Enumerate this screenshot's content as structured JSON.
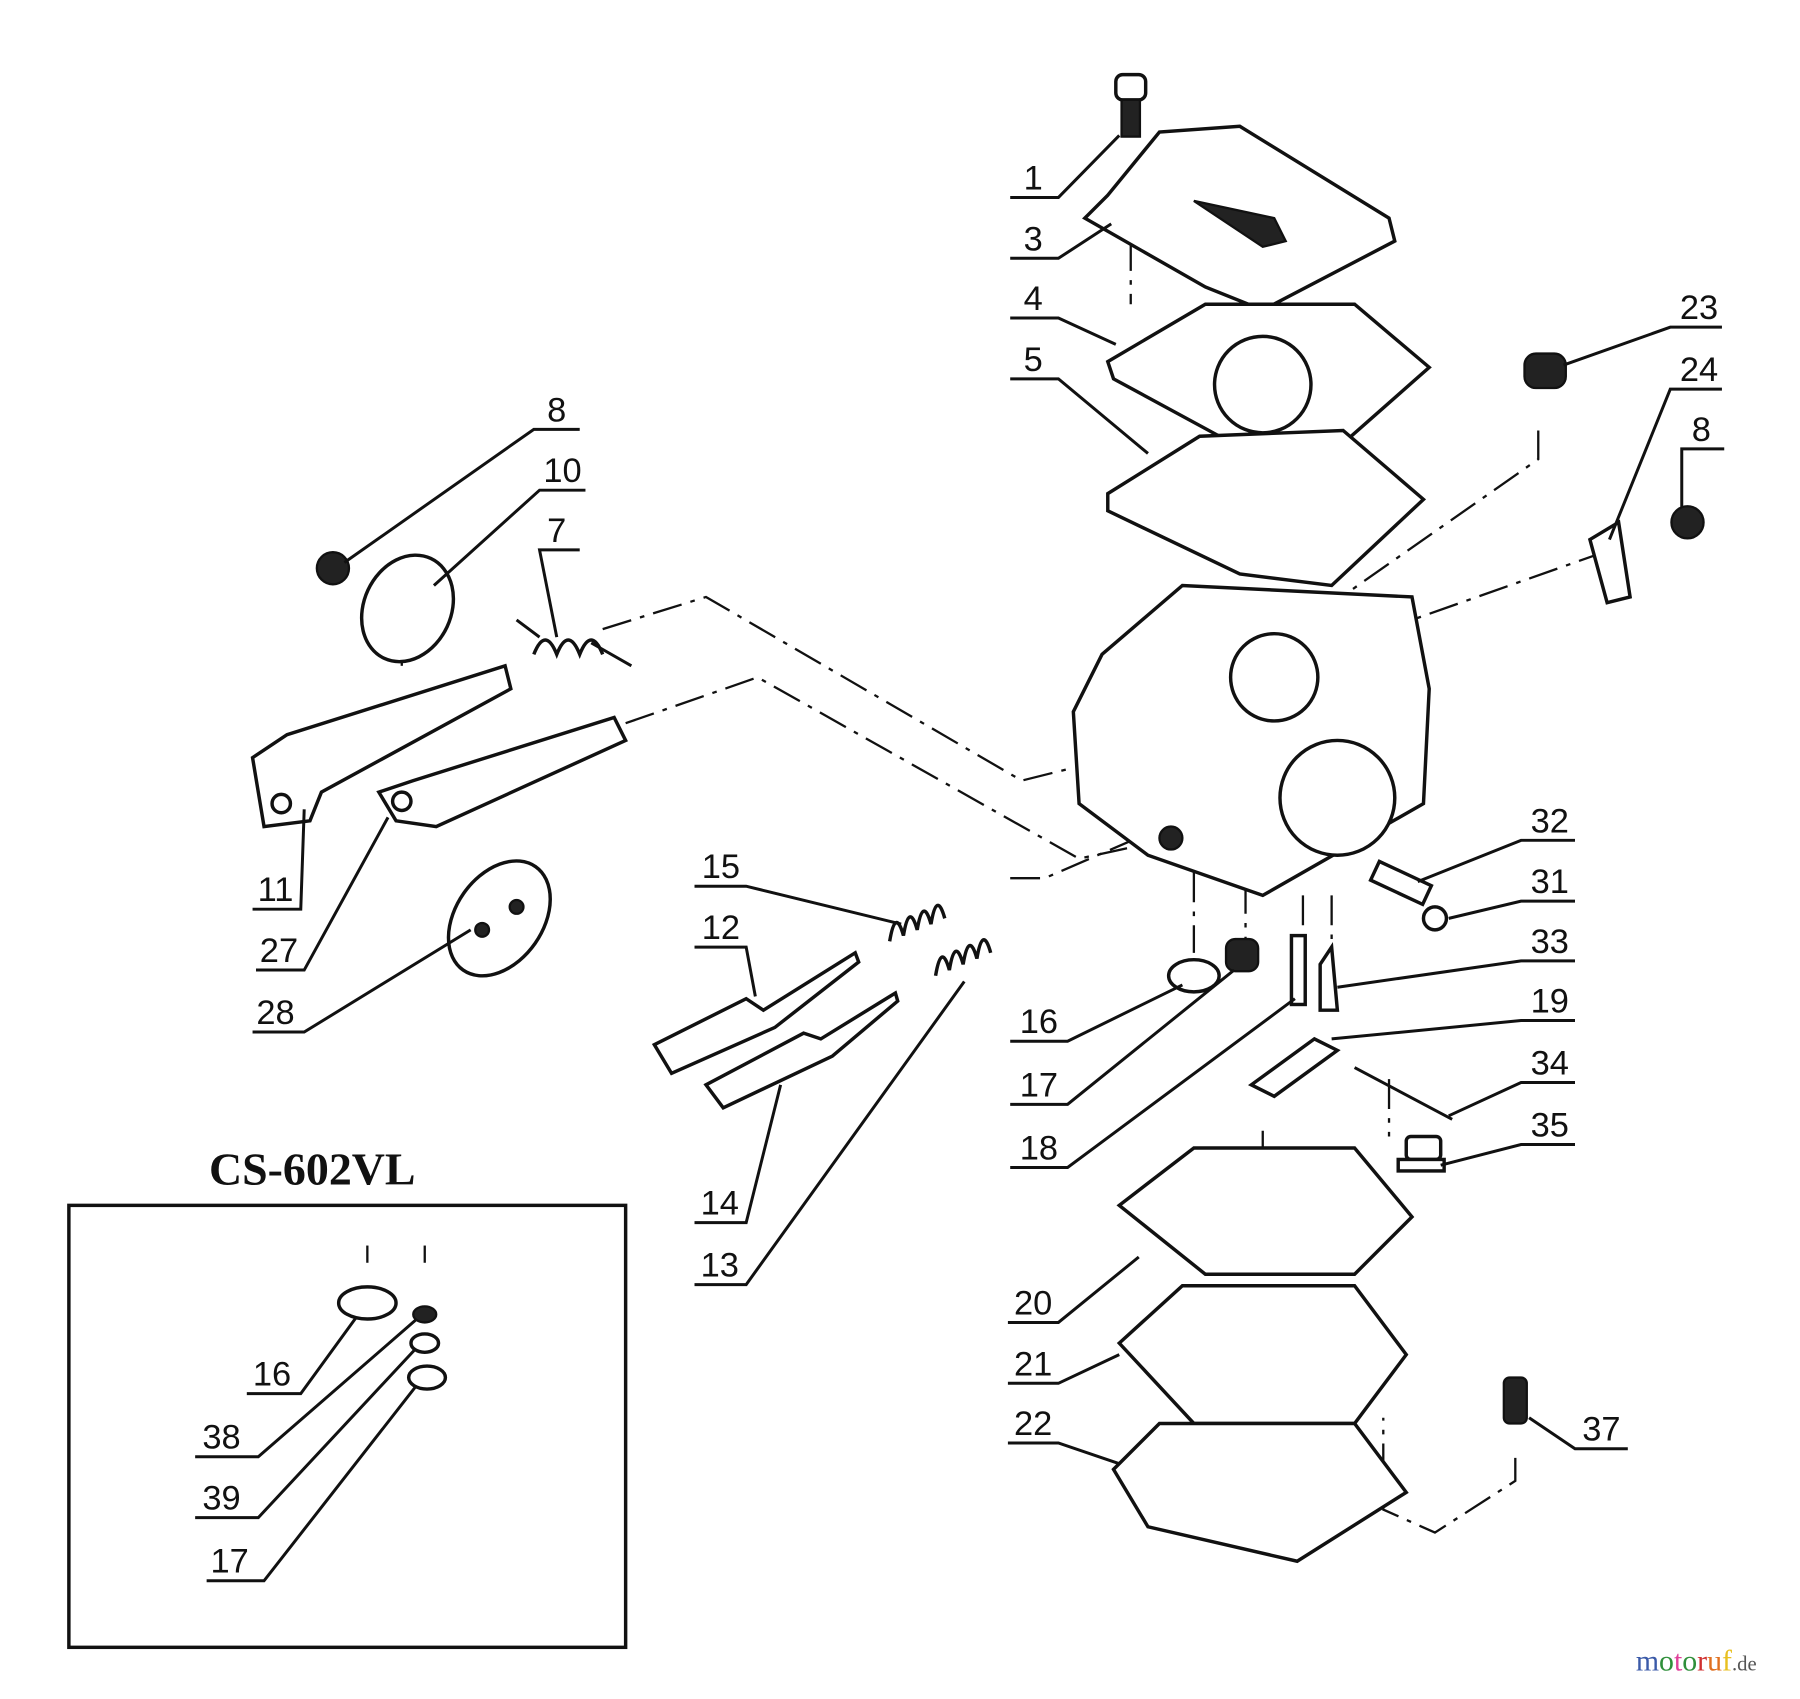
{
  "model_title": "CS-602VL",
  "callouts": [
    "1",
    "3",
    "4",
    "5",
    "23",
    "24",
    "8",
    "8",
    "10",
    "7",
    "11",
    "27",
    "28",
    "15",
    "12",
    "14",
    "13",
    "16",
    "17",
    "18",
    "32",
    "31",
    "33",
    "19",
    "34",
    "35",
    "20",
    "21",
    "22",
    "37"
  ],
  "inset_callouts": [
    "16",
    "38",
    "39",
    "17"
  ],
  "watermark": {
    "brand": "motoruf",
    "tld": ".de",
    "colors": [
      "#3b5aa8",
      "#2f8f3a",
      "#e0409a",
      "#2f8f3a",
      "#d03030",
      "#e07020",
      "#e8c020"
    ]
  }
}
